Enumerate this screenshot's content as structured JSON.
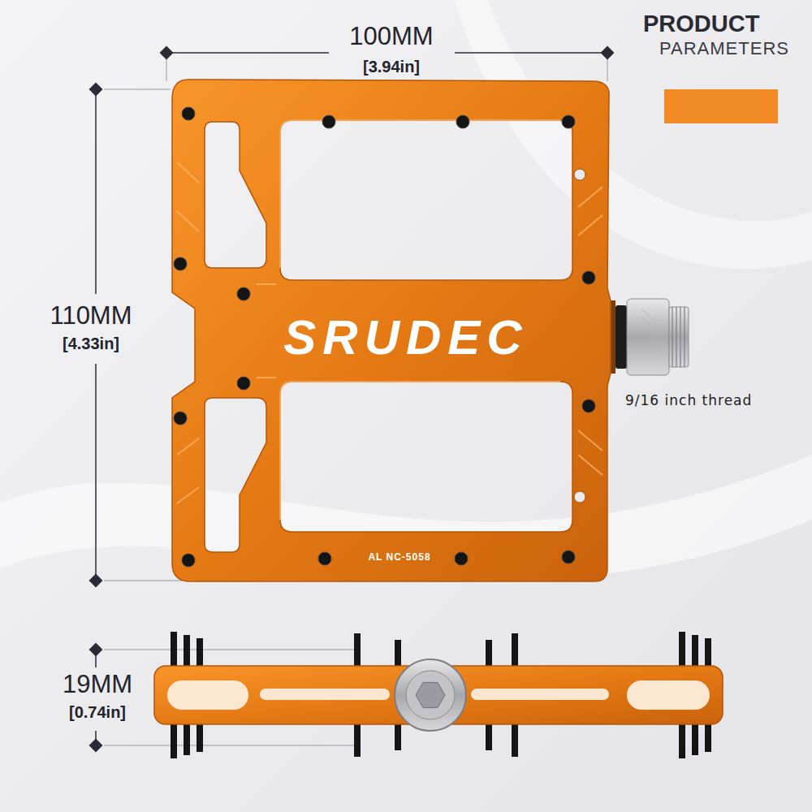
{
  "diagram": {
    "labels": [
      "PRODUCT",
      "PARAMETERS",
      "100MM",
      "[3.94in]",
      "110MM",
      "[4.33in]",
      "SRUDEC",
      "9/16 inch thread",
      "AL NC-5058",
      "19MM",
      "[0.74in]"
    ]
  }
}
